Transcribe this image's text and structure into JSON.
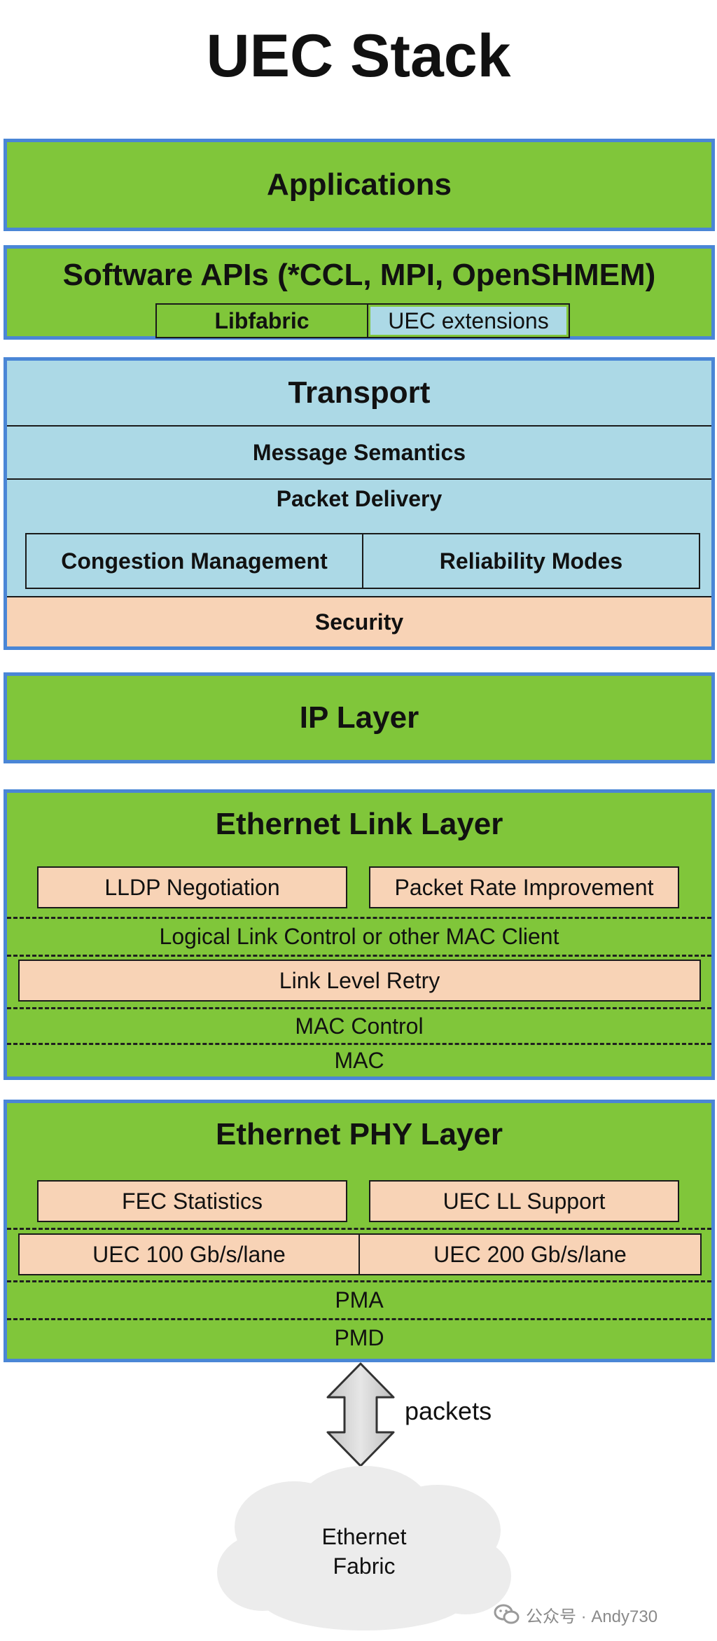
{
  "title": "UEC Stack",
  "applications": "Applications",
  "software_apis": {
    "title": "Software APIs (*CCL, MPI, OpenSHMEM)",
    "libfabric": "Libfabric",
    "uec_extensions": "UEC extensions"
  },
  "transport": {
    "title": "Transport",
    "message_semantics": "Message Semantics",
    "packet_delivery": "Packet Delivery",
    "congestion_management": "Congestion Management",
    "reliability_modes": "Reliability Modes",
    "security": "Security"
  },
  "ip_layer": "IP Layer",
  "ethernet_link": {
    "title": "Ethernet Link Layer",
    "lldp": "LLDP Negotiation",
    "packet_rate": "Packet Rate Improvement",
    "llc": "Logical Link Control or other MAC Client",
    "link_level_retry": "Link Level Retry",
    "mac_control": "MAC Control",
    "mac": "MAC"
  },
  "ethernet_phy": {
    "title": "Ethernet PHY Layer",
    "fec": "FEC Statistics",
    "uec_ll": "UEC LL Support",
    "lane100": "UEC 100 Gb/s/lane",
    "lane200": "UEC 200 Gb/s/lane",
    "pma": "PMA",
    "pmd": "PMD"
  },
  "packets": "packets",
  "fabric": {
    "line1": "Ethernet",
    "line2": "Fabric"
  },
  "watermark": "公众号 · Andy730",
  "colors": {
    "layer_green": "#80c63a",
    "transport_blue": "#acd9e6",
    "highlight_peach": "#f8d3b6",
    "layer_border": "#4a86d6"
  }
}
